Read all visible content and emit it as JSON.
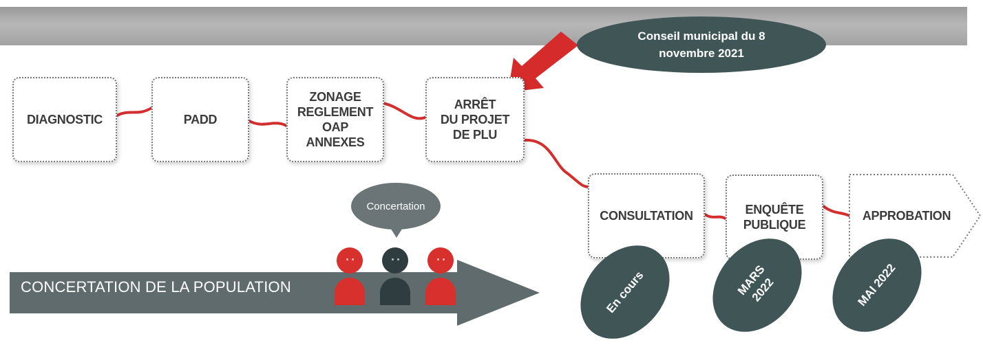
{
  "banner": {
    "color": "#a8a8a8"
  },
  "conseil": {
    "text": "Conseil municipal du 8\nnovembre 2021"
  },
  "steps": {
    "diagnostic": "DIAGNOSTIC",
    "padd": "PADD",
    "zonage": "ZONAGE\nREGLEMENT\nOAP\nANNEXES",
    "arret": "ARRÊT\nDU PROJET\nDE PLU",
    "consultation": "CONSULTATION",
    "enquete": "ENQUÊTE\nPUBLIQUE",
    "approbation": "APPROBATION"
  },
  "dates": {
    "consultation": "En cours",
    "enquete": "MARS\n2022",
    "approbation": "MAI 2022"
  },
  "concertation": {
    "bubble": "Concertation",
    "arrow_label": "CONCERTATION DE LA POPULATION"
  },
  "colors": {
    "oval": "#3f5556",
    "connector": "#d32f2f",
    "arrow": "#5f6b6d",
    "person_red": "#d8302c",
    "person_dark": "#2f3d40",
    "pointer": "#d62b2b"
  },
  "icons": [
    "red-pointer-arrow",
    "person-icon",
    "speech-bubble-icon",
    "progress-arrow"
  ]
}
